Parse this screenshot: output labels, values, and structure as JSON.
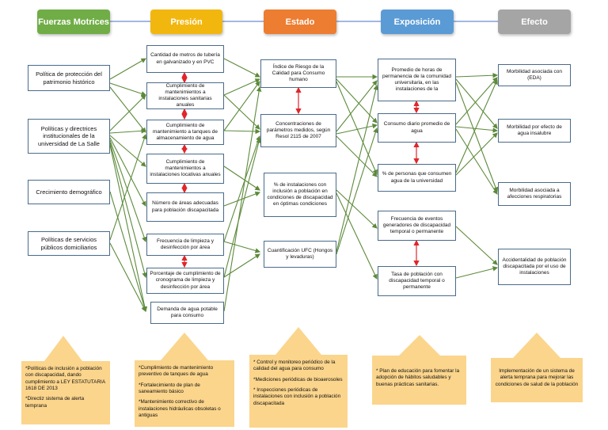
{
  "headers": [
    {
      "label": "Fuerzas Motrices",
      "color": "#70ad47"
    },
    {
      "label": "Presión",
      "color": "#f2b70f"
    },
    {
      "label": "Estado",
      "color": "#ed7d31"
    },
    {
      "label": "Exposición",
      "color": "#5b9bd5"
    },
    {
      "label": "Efecto",
      "color": "#a5a5a5"
    }
  ],
  "fuerzas": [
    "Política de protección del patrimonio histórico",
    "Políticas y directrices institucionales de la universidad de La Salle",
    "Crecimiento demográfico",
    "Políticas de servicios públicos domiciliarios"
  ],
  "presion": [
    "Cantidad de metros de tubería en galvanizado y en PVC",
    "Cumplimiento de mantenimientos a instalaciones sanitarias anuales",
    "Cumplimiento de mantenimiento a tanques de almacenamiento de agua",
    "Cumplimiento de mantenimientos a instalaciones locativas anuales",
    "Número de áreas adecuadas para población discapacitada",
    "Frecuencia de limpieza y desinfección por área",
    "Porcentaje de cumplimiento de cronograma de limpieza y desinfección por área",
    "Demanda de agua potable para consumo"
  ],
  "estado": [
    "Índice de Riesgo de la Calidad para Consumo humano",
    "Concentraciones de parámetros medidos, según Resol 2115 de 2007",
    "% de instalaciones con inclusión a población en condiciones de discapacidad en óptimas condiciones",
    "Cuantificación UFC (Hongos y levaduras)"
  ],
  "exposicion": [
    "Promedio de horas de permanencia de la comunidad universitaria, en las instalaciones de la",
    "Consumo diario promedio de agua",
    "% de personas que consumen agua de la universidad",
    "Frecuencia de eventos generadores de discapacidad temporal o permanente",
    "Tasa de población con discapacidad temporal o permanente"
  ],
  "efecto": [
    "Morbilidad asociada con (EDA)",
    "Morbilidad por efecto de agua insalubre",
    "Morbilidad asociada a afecciones respiratorias",
    "Accidentalidad de población discapacitada por el uso de instalaciones"
  ],
  "responses": {
    "fuerzas": [
      "*Políticas de inclusión a población con discapacidad, dando cumplimiento a LEY ESTATUTARIA 1618 DE 2013",
      "*Directiz sistema de alerta temprana"
    ],
    "presion": [
      "*Cumplimiento de mantenimiento preventivo de tanques de agua",
      "*Fortalecimiento de plan de saneamiento básico",
      "*Mantenimiento correctivo de instalaciones hidráulicas obsoletas o antiguas"
    ],
    "estado": [
      "* Control y monitoreo periódico de la calidad del agua para consumo",
      "*Mediciones periódicas de bioaerosoles",
      "* Inspecciones periódicas de instalaciones con inclusión a población discapacitada"
    ],
    "exposicion": [
      "* Plan de educación para fomentar la adopción de hábitos saludables y buenas prácticas sanitarias."
    ],
    "efecto": [
      "Implementación de un sistema de alerta temprana para mejorar las condiciones de salud de la población"
    ]
  },
  "colors": {
    "connector": "#5c8a3a",
    "double_arrow": "#e0262a",
    "box_border": "#4a6b8a",
    "response_fill": "#fbd58c"
  }
}
